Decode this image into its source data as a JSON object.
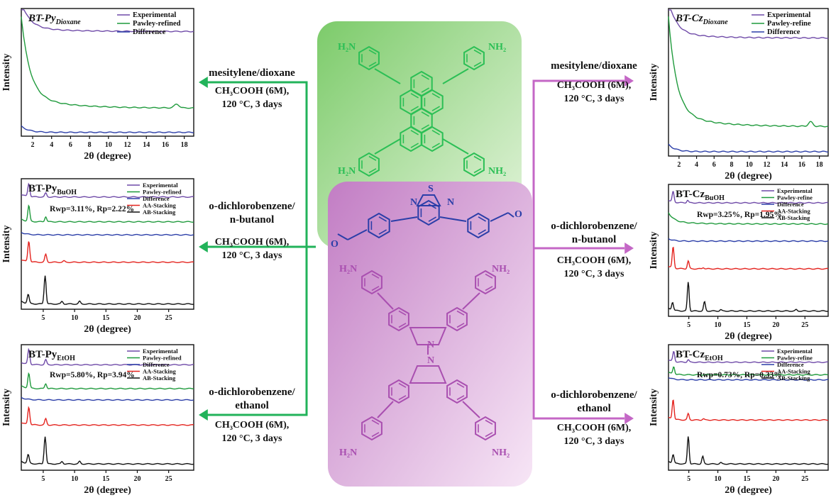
{
  "colors": {
    "experimental": "#6f4aa8",
    "pawley": "#1f9a3c",
    "difference": "#2b3ea8",
    "aa": "#e4231e",
    "ab": "#111111",
    "arrow_green": "#22b35a",
    "arrow_pink": "#c467c6",
    "py_box": "#8fd17d",
    "cz_box": "#c77fc9",
    "py_struct": "#2bbf55",
    "bt_struct": "#2b3ea8",
    "cz_struct": "#a94fb0"
  },
  "center": {
    "py_labels": {
      "nh2_tl": "H₂N",
      "nh2_tr": "NH₂",
      "nh2_bl": "H₂N",
      "nh2_br": "NH₂"
    },
    "bt_labels": {
      "s": "S",
      "n_left": "N",
      "n_right": "N",
      "o_left": "O",
      "o_right": "O"
    },
    "cz_labels": {
      "nh2_tl": "H₂N",
      "nh2_tr": "NH₂",
      "nh2_bl": "H₂N",
      "nh2_br": "NH₂",
      "n_top": "N",
      "n_bottom": "N"
    }
  },
  "conditions": {
    "left_top": {
      "solvent1": "mesitylene/dioxane",
      "solvent2": "",
      "reagent": "CH₃COOH (6M),",
      "temp": "120 °C, 3 days"
    },
    "left_mid": {
      "solvent1": "o-dichlorobenzene/",
      "solvent2": "n-butanol",
      "reagent": "CH₃COOH (6M),",
      "temp": "120 °C, 3 days"
    },
    "left_bot": {
      "solvent1": "o-dichlorobenzene/",
      "solvent2": "ethanol",
      "reagent": "CH₃COOH (6M),",
      "temp": "120 °C, 3 days"
    },
    "right_top": {
      "solvent1": "mesitylene/dioxane",
      "solvent2": "",
      "reagent": "CH₃COOH (6M),",
      "temp": "120 °C, 3 days"
    },
    "right_mid": {
      "solvent1": "o-dichlorobenzene/",
      "solvent2": "n-butanol",
      "reagent": "CH₃COOH (6M),",
      "temp": "120 °C, 3 days"
    },
    "right_bot": {
      "solvent1": "o-dichlorobenzene/",
      "solvent2": "ethanol",
      "reagent": "CH₃COOH (6M),",
      "temp": "120 °C, 3 days"
    }
  },
  "chart_data": [
    {
      "id": "bt-py-dioxane",
      "type": "line",
      "title": "BT-Py",
      "title_sub": "Dioxane",
      "title_italic": true,
      "stats": "",
      "xlabel": "2θ (degree)",
      "ylabel": "Intensity",
      "xlim": [
        0.8,
        19
      ],
      "xticks": [
        2,
        4,
        6,
        8,
        10,
        12,
        14,
        16,
        18
      ],
      "legend": [
        "Experimental",
        "Pawley-refined",
        "Difference"
      ],
      "series": [
        {
          "name": "Experimental",
          "kind": "decay",
          "base": 0.82,
          "amp": 0.16,
          "peaks": []
        },
        {
          "name": "Pawley-refined",
          "kind": "decay",
          "base": 0.22,
          "amp": 0.5,
          "peaks": [
            [
              17.2,
              0.03
            ]
          ]
        },
        {
          "name": "Difference",
          "kind": "flat",
          "base": 0.03,
          "amp": 0.05,
          "peaks": []
        }
      ]
    },
    {
      "id": "bt-py-buoh",
      "type": "line",
      "title": "BT-Py",
      "title_sub": "BuOH",
      "title_italic": false,
      "stats": "Rwp=3.11%, Rp=2.22%",
      "xlabel": "2θ (degree)",
      "ylabel": "Intensity",
      "xlim": [
        1.5,
        29
      ],
      "xticks": [
        5,
        10,
        15,
        20,
        25
      ],
      "legend": [
        "Experimental",
        "Pawley-refined",
        "Difference",
        "AA-Stacking",
        "AB-Stacking"
      ],
      "series": [
        {
          "name": "Experimental",
          "kind": "peaks",
          "base": 0.86,
          "amp": 0.1,
          "peaks": [
            [
              2.7,
              0.1
            ],
            [
              5.4,
              0.03
            ]
          ]
        },
        {
          "name": "Pawley-refined",
          "kind": "peaks",
          "base": 0.67,
          "amp": 0.12,
          "peaks": [
            [
              2.7,
              0.12
            ],
            [
              5.4,
              0.04
            ]
          ]
        },
        {
          "name": "Difference",
          "kind": "flat",
          "base": 0.57,
          "amp": 0.01,
          "peaks": []
        },
        {
          "name": "AA-Stacking",
          "kind": "peaks",
          "base": 0.36,
          "amp": 0.16,
          "peaks": [
            [
              2.7,
              0.16
            ],
            [
              5.4,
              0.06
            ],
            [
              8.3,
              0.01
            ]
          ]
        },
        {
          "name": "AB-Stacking",
          "kind": "peaks",
          "base": 0.04,
          "amp": 0.22,
          "peaks": [
            [
              2.6,
              0.07
            ],
            [
              5.3,
              0.22
            ],
            [
              8.0,
              0.02
            ],
            [
              10.8,
              0.02
            ]
          ]
        }
      ]
    },
    {
      "id": "bt-py-etoh",
      "type": "line",
      "title": "BT-Py",
      "title_sub": "EtOH",
      "title_italic": false,
      "stats": "Rwp=5.80%, Rp=3.94%",
      "xlabel": "2θ (degree)",
      "ylabel": "Intensity",
      "xlim": [
        1.5,
        29
      ],
      "xticks": [
        5,
        10,
        15,
        20,
        25
      ],
      "legend": [
        "Experimental",
        "Pawley-refined",
        "Difference",
        "AA-Stacking",
        "AB-Stacking"
      ],
      "series": [
        {
          "name": "Experimental",
          "kind": "peaks",
          "base": 0.84,
          "amp": 0.12,
          "peaks": [
            [
              2.7,
              0.12
            ],
            [
              5.4,
              0.04
            ]
          ]
        },
        {
          "name": "Pawley-refined",
          "kind": "peaks",
          "base": 0.65,
          "amp": 0.12,
          "peaks": [
            [
              2.7,
              0.12
            ],
            [
              5.4,
              0.04
            ]
          ]
        },
        {
          "name": "Difference",
          "kind": "flat",
          "base": 0.56,
          "amp": 0.01,
          "peaks": []
        },
        {
          "name": "AA-Stacking",
          "kind": "peaks",
          "base": 0.36,
          "amp": 0.14,
          "peaks": [
            [
              2.7,
              0.14
            ],
            [
              5.4,
              0.05
            ]
          ]
        },
        {
          "name": "AB-Stacking",
          "kind": "peaks",
          "base": 0.05,
          "amp": 0.22,
          "peaks": [
            [
              2.6,
              0.07
            ],
            [
              5.3,
              0.22
            ],
            [
              8.0,
              0.02
            ],
            [
              10.8,
              0.02
            ]
          ]
        }
      ]
    },
    {
      "id": "bt-cz-dioxane",
      "type": "line",
      "title": "BT-Cz",
      "title_sub": "Dioxane",
      "title_italic": true,
      "stats": "",
      "xlabel": "2θ (degree)",
      "ylabel": "Intensity",
      "xlim": [
        0.8,
        19
      ],
      "xticks": [
        2,
        4,
        6,
        8,
        10,
        12,
        14,
        16,
        18
      ],
      "legend": [
        "Experimental",
        "Pawley-refine",
        "Difference"
      ],
      "series": [
        {
          "name": "Experimental",
          "kind": "decay",
          "base": 0.8,
          "amp": 0.18,
          "peaks": []
        },
        {
          "name": "Pawley-refine",
          "kind": "decay",
          "base": 0.2,
          "amp": 0.52,
          "peaks": [
            [
              17.0,
              0.03
            ]
          ]
        },
        {
          "name": "Difference",
          "kind": "flat",
          "base": 0.03,
          "amp": 0.05,
          "peaks": []
        }
      ]
    },
    {
      "id": "bt-cz-buoh",
      "type": "line",
      "title": "BT-Cz",
      "title_sub": "BuOH",
      "title_italic": false,
      "stats": "Rwp=3.25%, Rp=1.95%",
      "xlabel": "2θ (degree)",
      "ylabel": "Intensity",
      "xlim": [
        1.5,
        29
      ],
      "xticks": [
        5,
        10,
        15,
        20,
        25
      ],
      "legend": [
        "Experimental",
        "Pawley-refine",
        "Difference",
        "AA-Stacking",
        "AB-Stacking"
      ],
      "series": [
        {
          "name": "Experimental",
          "kind": "peaks",
          "base": 0.86,
          "amp": 0.08,
          "peaks": [
            [
              2.3,
              0.08
            ],
            [
              4.8,
              0.02
            ]
          ]
        },
        {
          "name": "Pawley-refine",
          "kind": "decay",
          "base": 0.7,
          "amp": 0.12,
          "peaks": []
        },
        {
          "name": "Difference",
          "kind": "flat",
          "base": 0.57,
          "amp": 0.01,
          "peaks": []
        },
        {
          "name": "AA-Stacking",
          "kind": "peaks",
          "base": 0.36,
          "amp": 0.16,
          "peaks": [
            [
              2.3,
              0.16
            ],
            [
              4.9,
              0.06
            ],
            [
              7.5,
              0.01
            ]
          ]
        },
        {
          "name": "AB-Stacking",
          "kind": "peaks",
          "base": 0.04,
          "amp": 0.22,
          "peaks": [
            [
              2.2,
              0.06
            ],
            [
              4.9,
              0.22
            ],
            [
              7.7,
              0.07
            ],
            [
              10.5,
              0.01
            ],
            [
              23.5,
              0.01
            ]
          ]
        }
      ]
    },
    {
      "id": "bt-cz-etoh",
      "type": "line",
      "title": "BT-Cz",
      "title_sub": "EtOH",
      "title_italic": false,
      "stats": "Rwp=0.73%, Rp=0.33%",
      "xlabel": "2θ (degree)",
      "ylabel": "Intensity",
      "xlim": [
        1.5,
        29
      ],
      "xticks": [
        5,
        10,
        15,
        20,
        25
      ],
      "legend": [
        "Experimental",
        "Pawley-refine",
        "Difference",
        "AA-Stacking",
        "AB-Stacking"
      ],
      "series": [
        {
          "name": "Experimental",
          "kind": "peaks",
          "base": 0.86,
          "amp": 0.08,
          "peaks": [
            [
              2.4,
              0.08
            ],
            [
              4.9,
              0.02
            ]
          ]
        },
        {
          "name": "Pawley-refine",
          "kind": "peaks",
          "base": 0.76,
          "amp": 0.06,
          "peaks": [
            [
              2.4,
              0.06
            ]
          ]
        },
        {
          "name": "Difference",
          "kind": "flat",
          "base": 0.72,
          "amp": 0.01,
          "peaks": []
        },
        {
          "name": "AA-Stacking",
          "kind": "peaks",
          "base": 0.4,
          "amp": 0.16,
          "peaks": [
            [
              2.3,
              0.16
            ],
            [
              4.9,
              0.05
            ],
            [
              7.5,
              0.01
            ]
          ]
        },
        {
          "name": "AB-Stacking",
          "kind": "peaks",
          "base": 0.05,
          "amp": 0.22,
          "peaks": [
            [
              2.3,
              0.07
            ],
            [
              4.9,
              0.22
            ],
            [
              7.4,
              0.06
            ],
            [
              10.5,
              0.01
            ]
          ]
        }
      ]
    }
  ]
}
